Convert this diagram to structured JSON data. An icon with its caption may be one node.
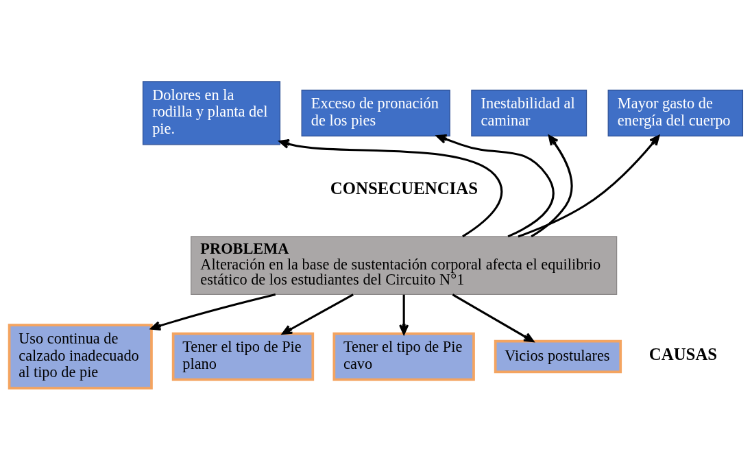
{
  "diagram": {
    "nodes": [
      {
        "text": [
          "Dolores en la rodilla y planta del pie."
        ]
      },
      {
        "text": [
          "Exceso de pronación de los pies"
        ]
      },
      {
        "text": [
          "Inestabilidad al caminar"
        ]
      },
      {
        "text": [
          "Mayor gasto de energía del cuerpo"
        ]
      },
      {
        "text": [
          "PROBLEMA",
          "Alteración en la base de sustentación corporal afecta el equilibrio estático de los estudiantes del Circuito N°1"
        ]
      },
      {
        "text": [
          "Uso continua de calzado inadecuado al tipo de pie"
        ]
      },
      {
        "text": [
          "Tener el tipo de Pie plano"
        ]
      },
      {
        "text": [
          "Tener el tipo de Pie cavo"
        ]
      },
      {
        "text": [
          "Vicios postulares"
        ]
      }
    ],
    "edges": [
      {
        "from": 4,
        "to": 0,
        "arrow": "to"
      },
      {
        "from": 4,
        "to": 1,
        "arrow": "to"
      },
      {
        "from": 4,
        "to": 2,
        "arrow": "to"
      },
      {
        "from": 4,
        "to": 3,
        "arrow": "to"
      },
      {
        "from": 4,
        "to": 5,
        "arrow": "to"
      },
      {
        "from": 4,
        "to": 6,
        "arrow": "to"
      },
      {
        "from": 4,
        "to": 7,
        "arrow": "to"
      },
      {
        "from": 4,
        "to": 8,
        "arrow": "to"
      }
    ],
    "labels": [
      "CONSECUENCIAS",
      "CAUSAS"
    ]
  }
}
